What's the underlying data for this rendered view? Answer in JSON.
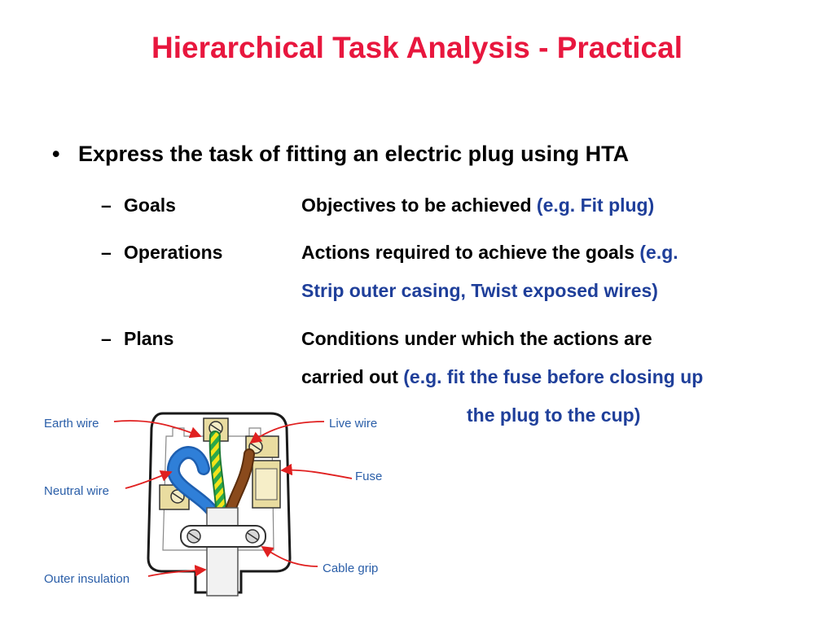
{
  "slide": {
    "title": "Hierarchical Task Analysis - Practical",
    "bullet": "Express the task of fitting an electric plug using HTA",
    "items": [
      {
        "dash": "–",
        "term": "Goals",
        "desc_line1": "Objectives to be achieved ",
        "desc_line1_example": "(e.g. Fit plug)"
      },
      {
        "dash": "–",
        "term": "Operations",
        "desc_line1": "Actions required to achieve the goals ",
        "desc_line1_example": "(e.g.",
        "desc_line2_example": "Strip outer casing, Twist exposed wires)"
      },
      {
        "dash": "–",
        "term": "Plans",
        "desc_line1": "Conditions under which the actions are",
        "desc_line2": "carried out ",
        "desc_line2_example": "(e.g. fit the fuse before closing up",
        "desc_line3_example": "the plug to the cup)"
      }
    ]
  },
  "diagram": {
    "labels": {
      "earth": "Earth wire",
      "neutral": "Neutral wire",
      "outer": "Outer insulation",
      "live": "Live wire",
      "fuse": "Fuse",
      "grip": "Cable grip"
    },
    "colors": {
      "label": "#2a5ea8",
      "arrow": "#e02020",
      "neutral_wire": "#2f7fd8",
      "live_wire": "#8a4a1c",
      "earth_green": "#2aa84a",
      "earth_yellow": "#f2e31a",
      "terminal": "#e9dca0",
      "body": "#ffffff"
    }
  }
}
